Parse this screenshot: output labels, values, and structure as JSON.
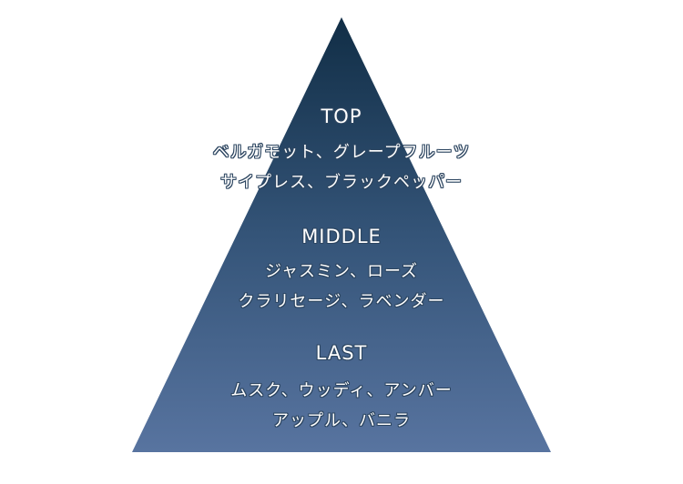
{
  "diagram": {
    "type": "fragrance-note-pyramid",
    "colors": {
      "apex": "#112e46",
      "base": "#5874a0",
      "text": "#ffffff",
      "text_outline": "#2c4560",
      "background": "#ffffff"
    },
    "tiers": [
      {
        "heading": "TOP",
        "notes": [
          "ベルガモット、グレープフルーツ",
          "サイプレス、ブラックペッパー"
        ]
      },
      {
        "heading": "MIDDLE",
        "notes": [
          "ジャスミン、ローズ",
          "クラリセージ、ラベンダー"
        ]
      },
      {
        "heading": "LAST",
        "notes": [
          "ムスク、ウッディ、アンバー",
          "アップル、バニラ"
        ]
      }
    ]
  }
}
